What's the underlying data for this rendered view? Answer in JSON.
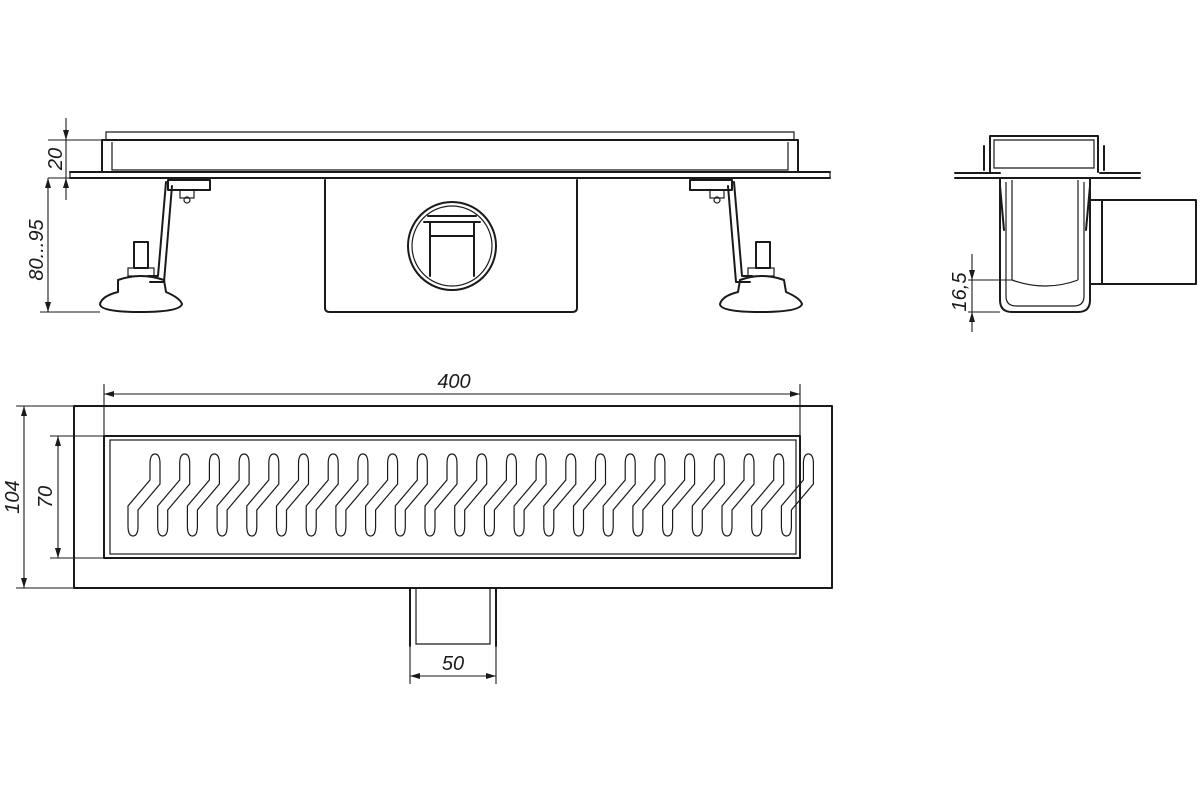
{
  "drawing": {
    "views": [
      "side-elevation",
      "end-section",
      "top-plan"
    ],
    "colors": {
      "line": "#1a1a1a",
      "background": "#ffffff"
    }
  },
  "dimensions": {
    "frame_height": "20",
    "height_range": "80...95",
    "length": "400",
    "outer_width": "104",
    "grate_width": "70",
    "outlet_width": "50",
    "water_seal": "16,5"
  },
  "grate_slots": 23
}
